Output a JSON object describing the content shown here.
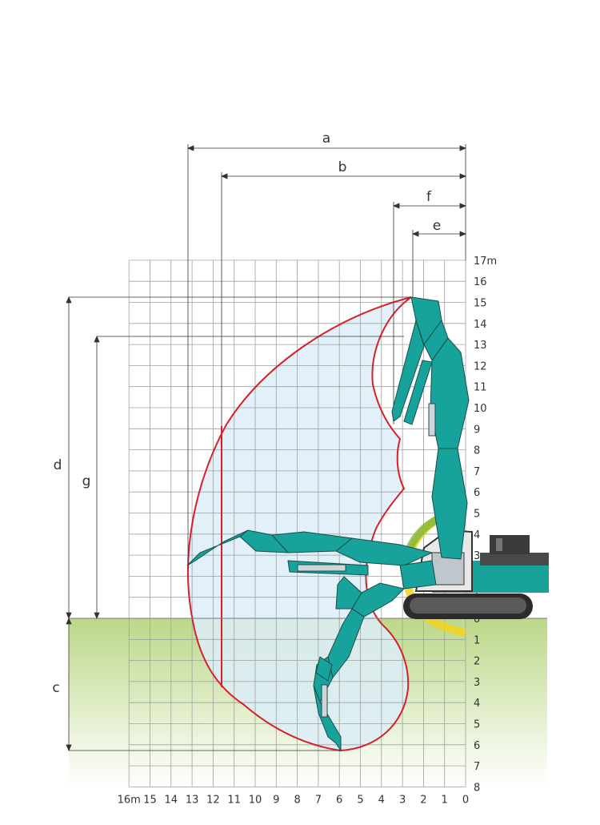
{
  "diagram": {
    "dimension_labels": [
      "a",
      "b",
      "f",
      "e",
      "d",
      "g",
      "c"
    ],
    "height_ticks": [
      "17m",
      "16",
      "15",
      "14",
      "13",
      "12",
      "11",
      "10",
      "9",
      "8",
      "7",
      "6",
      "5",
      "4",
      "3",
      "2",
      "1",
      "0",
      "1",
      "2",
      "3",
      "4",
      "5",
      "6",
      "7",
      "8"
    ],
    "reach_ticks": [
      "16m",
      "15",
      "14",
      "13",
      "12",
      "11",
      "10",
      "9",
      "8",
      "7",
      "6",
      "5",
      "4",
      "3",
      "2",
      "1",
      "0"
    ],
    "colors": {
      "envelope_line": "#d6202a",
      "envelope_fill": "#dcedf8",
      "ground_top": "#bcd889",
      "ground_bottom": "#ffffff",
      "grid": "#9a9a9a",
      "machine": "#17a39b",
      "machine_dark": "#2b2b2b",
      "swing_arc": "#f1d320"
    }
  }
}
